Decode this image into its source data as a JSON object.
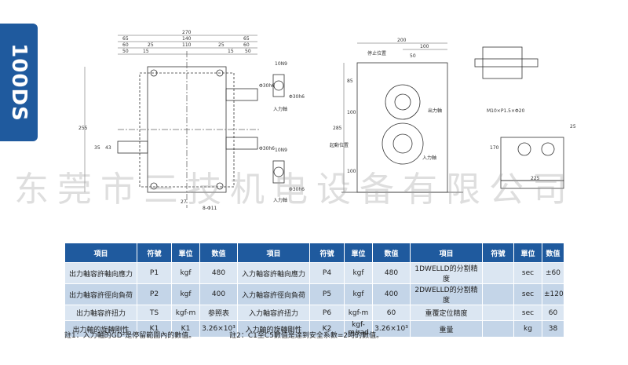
{
  "side_tab": {
    "label": "100DS"
  },
  "watermark": "东莞市三技机电设备有限公司",
  "drawing": {
    "dims_top": [
      "270",
      "65",
      "140",
      "65",
      "60",
      "25",
      "110",
      "25",
      "60",
      "50",
      "50",
      "15",
      "15"
    ],
    "dim_height": "255",
    "dim_35": "35",
    "dim_43": "43",
    "dim_27": "27",
    "dim_holes": "8-Φ11",
    "shaft_dims": [
      "10N9",
      "Φ30h6",
      "10N9",
      "Φ30h6"
    ],
    "input_shaft_label_1": "入力軸",
    "input_shaft_label_2": "入力軸",
    "side_dims": [
      "Φ30h6",
      "Φ30h6"
    ],
    "front": {
      "width": "200",
      "dim_100": "100",
      "dim_50": "50",
      "dim_85": "85",
      "dim_285": "285",
      "dim_100b": "100",
      "dim_100c": "100",
      "stop_position": "停止位置",
      "output_shaft": "出力軸",
      "start_position": "起動位置",
      "input_shaft": "入力軸"
    },
    "right": {
      "thread_spec": "M10×P1.5×Φ20",
      "dim_25": "25",
      "dim_170": "170",
      "dim_225": "225"
    }
  },
  "table": {
    "headers": [
      "項目",
      "符號",
      "單位",
      "数值",
      "項目",
      "符號",
      "單位",
      "数值",
      "項目",
      "符號",
      "單位",
      "数值"
    ],
    "rows": [
      [
        "出力軸容許軸向應力",
        "P1",
        "kgf",
        "480",
        "入力軸容許軸向應力",
        "P4",
        "kgf",
        "480",
        "1DWELLD的分割精度",
        "",
        "sec",
        "±60"
      ],
      [
        "出力軸容許徑向負荷",
        "P2",
        "kgf",
        "400",
        "入力軸容許徑向負荷",
        "P5",
        "kgf",
        "400",
        "2DWELLD的分割精度",
        "",
        "sec",
        "±120"
      ],
      [
        "出力軸容許扭力",
        "TS",
        "kgf-m",
        "参照表",
        "入力軸容許扭力",
        "P6",
        "kgf-m",
        "60",
        "重覆定位精度",
        "",
        "sec",
        "60"
      ],
      [
        "出力軸的旋轉剛性",
        "K1",
        "K1",
        "3.26×10³",
        "入力軸的旋轉剛性",
        "K2",
        "kgf-m/rad",
        "3.26×10³",
        "重量",
        "",
        "kg",
        "38"
      ]
    ]
  },
  "notes": [
    "註1：入力軸的GD²是停留範圍內的數值。",
    "註2：C1至C5數值是達到安全系數=2時的數值。"
  ],
  "colors": {
    "header": "#1f5a9e",
    "row_light": "#dbe6f2",
    "row_dark": "#c4d5e8"
  }
}
